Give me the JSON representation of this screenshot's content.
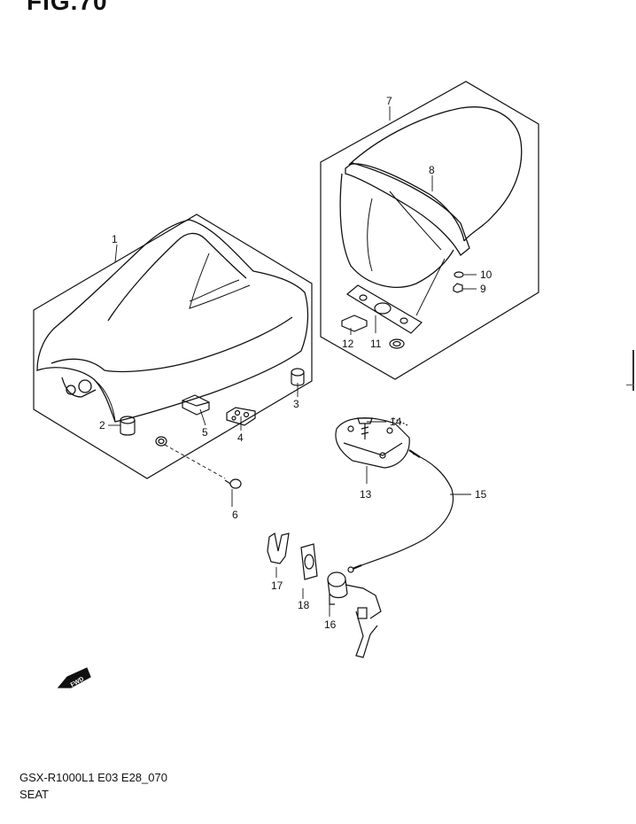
{
  "figure_title": "FIG.70",
  "model_code": "GSX-R1000L1 E03 E28_070",
  "section_name": "SEAT",
  "fwd_label": "FWD",
  "callouts": [
    "1",
    "2",
    "3",
    "4",
    "5",
    "6",
    "7",
    "8",
    "9",
    "10",
    "11",
    "12",
    "13",
    "14",
    "15",
    "16",
    "17",
    "18"
  ]
}
